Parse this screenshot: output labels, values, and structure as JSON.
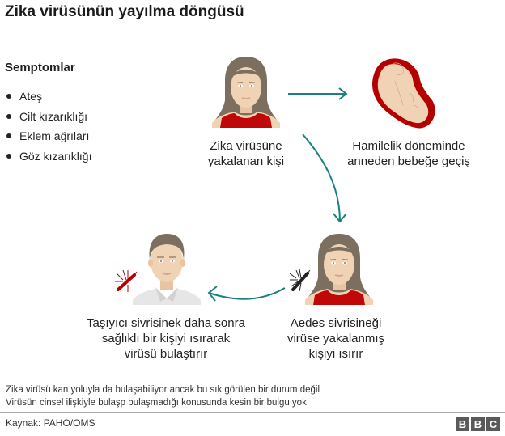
{
  "title": "Zika virüsünün yayılma döngüsü",
  "symptoms": {
    "heading": "Semptomlar",
    "items": [
      {
        "label": "Ateş"
      },
      {
        "label": "Cilt kızarıklığı"
      },
      {
        "label": "Eklem ağrıları"
      },
      {
        "label": "Göz kızarıklığı"
      }
    ]
  },
  "cycle": {
    "steps": [
      {
        "icon": "woman-icon",
        "line1": "Zika virüsüne",
        "line2": "yakalanan kişi"
      },
      {
        "icon": "fetus-in-womb-icon",
        "line1": "Hamilelik döneminde",
        "line2": "anneden bebeğe geçiş"
      },
      {
        "icon": "woman-bitten-by-mosquito-icon",
        "line1": "Aedes sivrisineği",
        "line2": "virüse yakalanmış",
        "line3": "kişiyi ısırır"
      },
      {
        "icon": "man-bitten-by-infected-mosquito-icon",
        "line1": "Taşıyıcı sivrisinek daha sonra",
        "line2": "sağlıklı bir kişiyi ısırarak",
        "line3": "virüsü bulaştırır"
      }
    ],
    "arrow_color": "#1a8080",
    "accent_red": "#b30000",
    "skin_color": "#f0d2b4",
    "hair_color": "#7d6f60"
  },
  "notes": [
    "Zika virüsü kan yoluyla da bulaşabiliyor ancak bu sık görülen bir durum değil",
    "Virüsün cinsel ilişkiyle bulaşp bulaşmadığı konusunda kesin bir bulgu yok"
  ],
  "footer": {
    "source": "Kaynak: PAHO/OMS",
    "logo_letters": [
      "B",
      "B",
      "C"
    ]
  }
}
